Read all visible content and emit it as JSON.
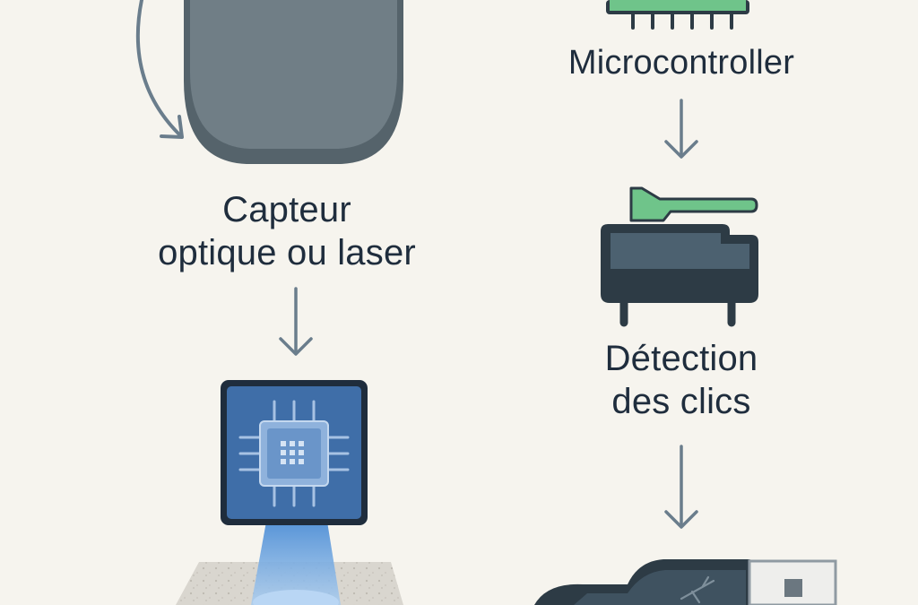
{
  "diagram": {
    "left_column": {
      "sensor_label_line1": "Capteur",
      "sensor_label_line2": "optique ou laser"
    },
    "right_column": {
      "microcontroller_label": "Microcontroller",
      "click_label_line1": "Détection",
      "click_label_line2": "des clics"
    },
    "icons": [
      "mouse-icon",
      "rotation-arrow-icon",
      "chip-icon",
      "sensor-chip-icon",
      "surface-icon",
      "microswitch-icon",
      "usb-connector-icon",
      "arrow-down-icon"
    ],
    "colors": {
      "background": "#f6f4ee",
      "text": "#1f2d3d",
      "mouse_gray": "#6e7c84",
      "chip_green": "#6fc48a",
      "sensor_blue": "#3f6ea8",
      "arrow_gray": "#6a7d8c"
    }
  }
}
